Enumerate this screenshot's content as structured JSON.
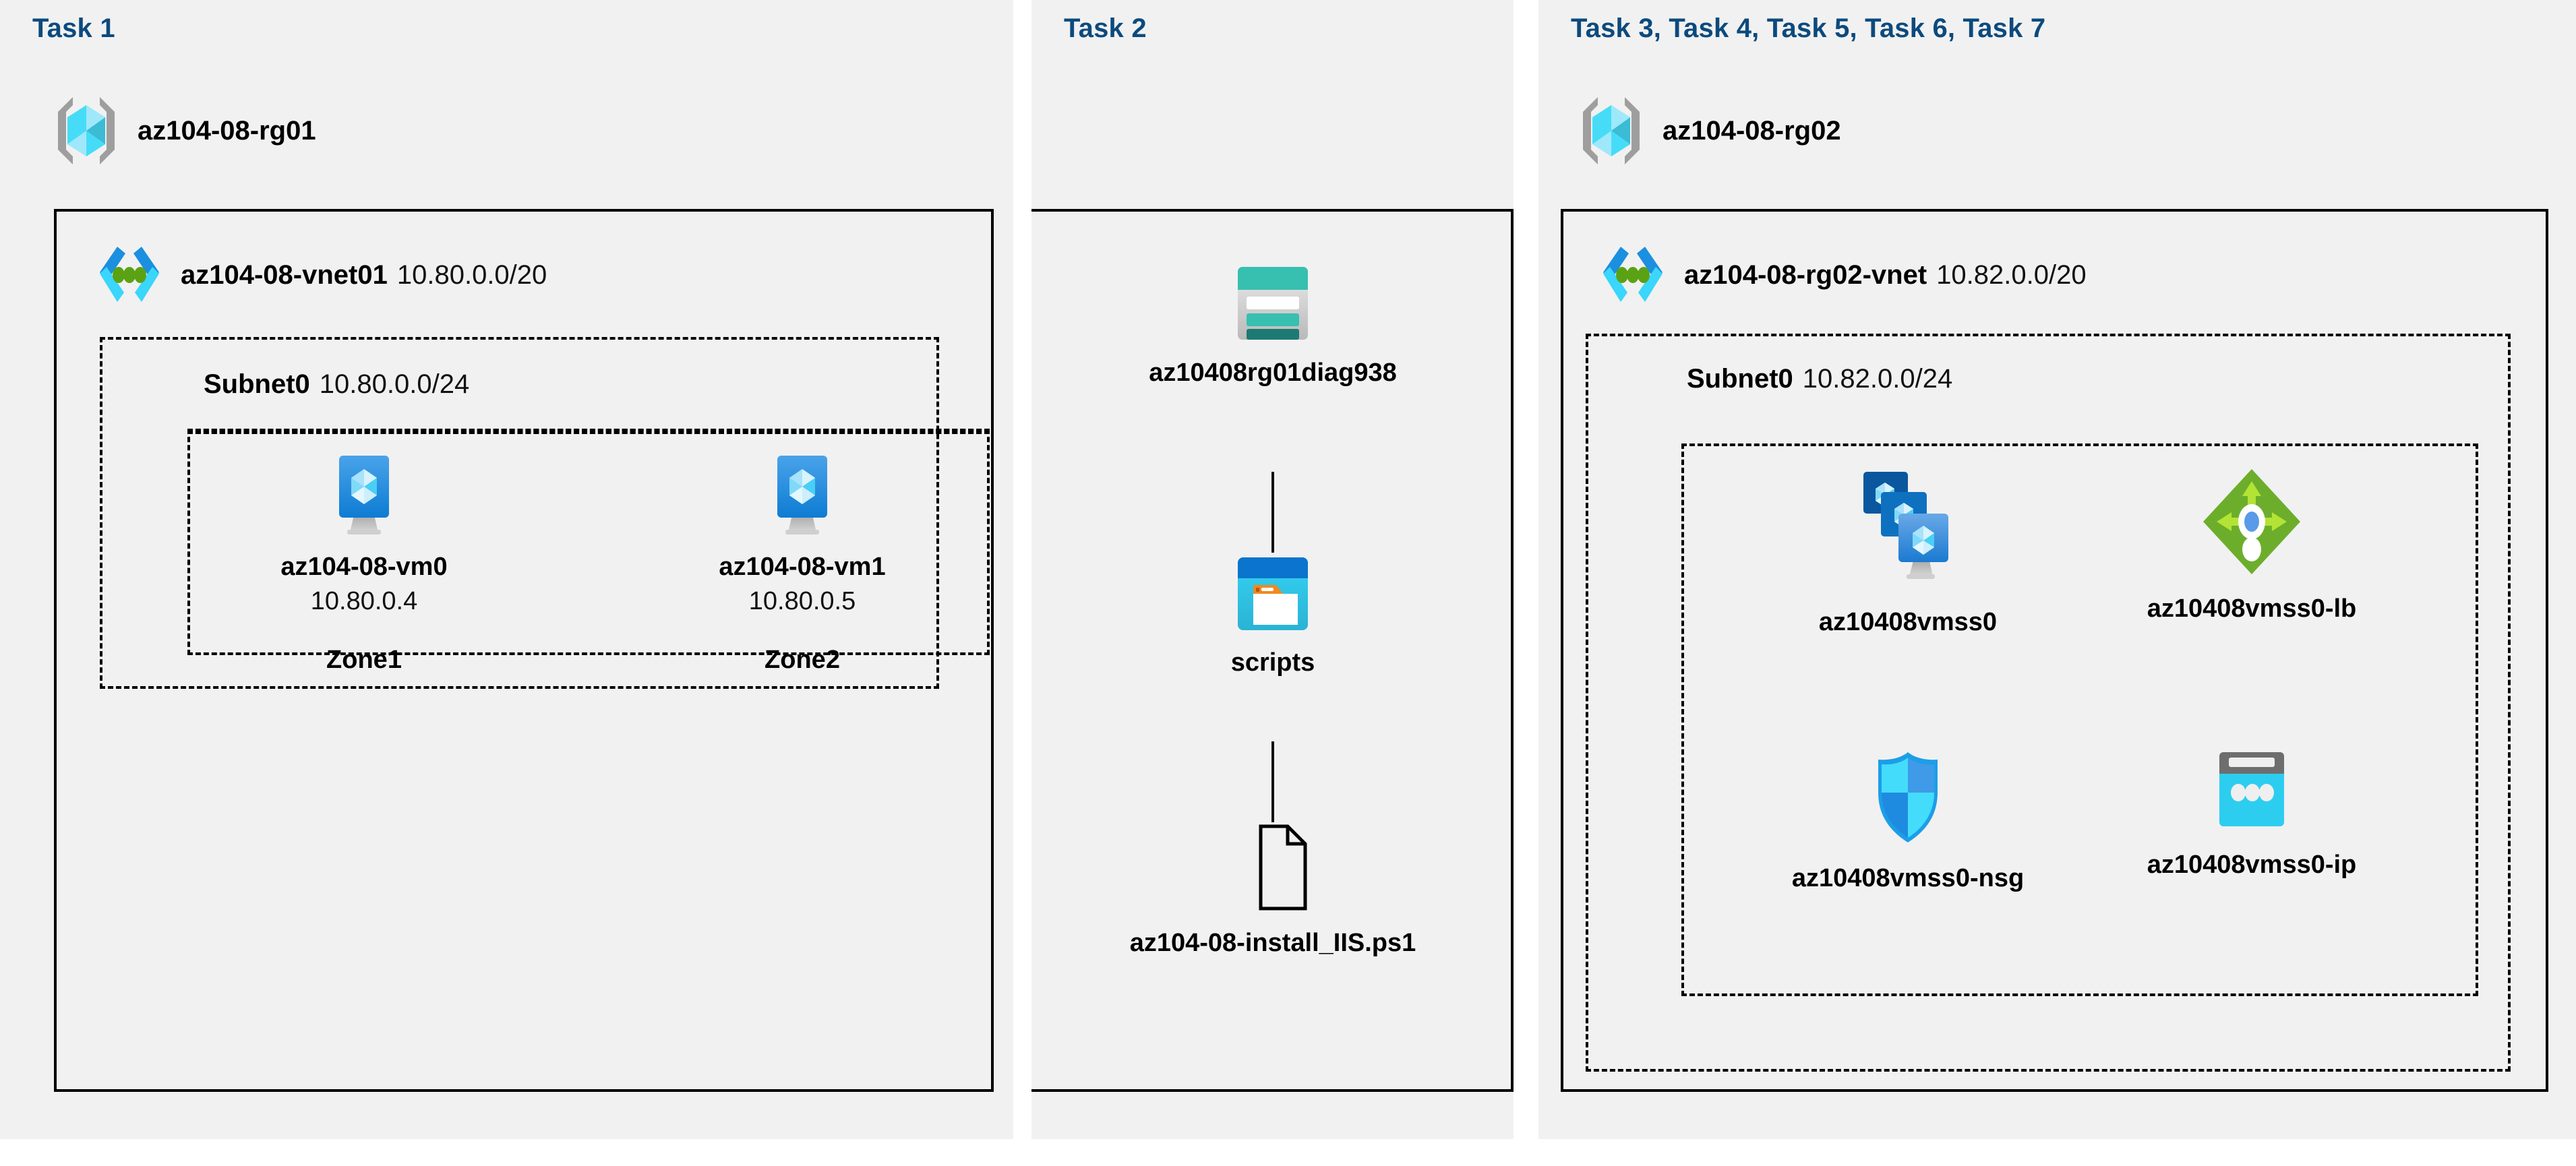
{
  "accent_color": "#0c4a7d",
  "panel_bg": "#f1f1f1",
  "panels": [
    {
      "task_label": "Task 1"
    },
    {
      "task_label": "Task 2"
    },
    {
      "task_label": "Task 3, Task 4, Task 5, Task 6, Task 7"
    }
  ],
  "panel1": {
    "resource_group": {
      "name": "az104-08-rg01",
      "icon": "resource-group-icon"
    },
    "vnet": {
      "name": "az104-08-vnet01",
      "cidr": "10.80.0.0/20",
      "icon": "virtual-network-icon"
    },
    "subnet": {
      "name": "Subnet0",
      "cidr": "10.80.0.0/24"
    },
    "vms": [
      {
        "icon": "virtual-machine-icon",
        "name": "az104-08-vm0",
        "ip": "10.80.0.4",
        "zone": "Zone1"
      },
      {
        "icon": "virtual-machine-icon",
        "name": "az104-08-vm1",
        "ip": "10.80.0.5",
        "zone": "Zone2"
      }
    ]
  },
  "panel2": {
    "nodes": [
      {
        "icon": "storage-account-icon",
        "name": "az10408rg01diag938"
      },
      {
        "icon": "blob-container-icon",
        "name": "scripts"
      },
      {
        "icon": "file-document-icon",
        "name": "az104-08-install_IIS.ps1"
      }
    ]
  },
  "panel3": {
    "resource_group": {
      "name": "az104-08-rg02",
      "icon": "resource-group-icon"
    },
    "vnet": {
      "name": "az104-08-rg02-vnet",
      "cidr": "10.82.0.0/20",
      "icon": "virtual-network-icon"
    },
    "subnet": {
      "name": "Subnet0",
      "cidr": "10.82.0.0/24"
    },
    "resources": [
      {
        "icon": "vm-scale-set-icon",
        "name": "az10408vmss0"
      },
      {
        "icon": "load-balancer-icon",
        "name": "az10408vmss0-lb"
      },
      {
        "icon": "network-security-group-icon",
        "name": "az10408vmss0-nsg"
      },
      {
        "icon": "public-ip-address-icon",
        "name": "az10408vmss0-ip"
      }
    ]
  }
}
